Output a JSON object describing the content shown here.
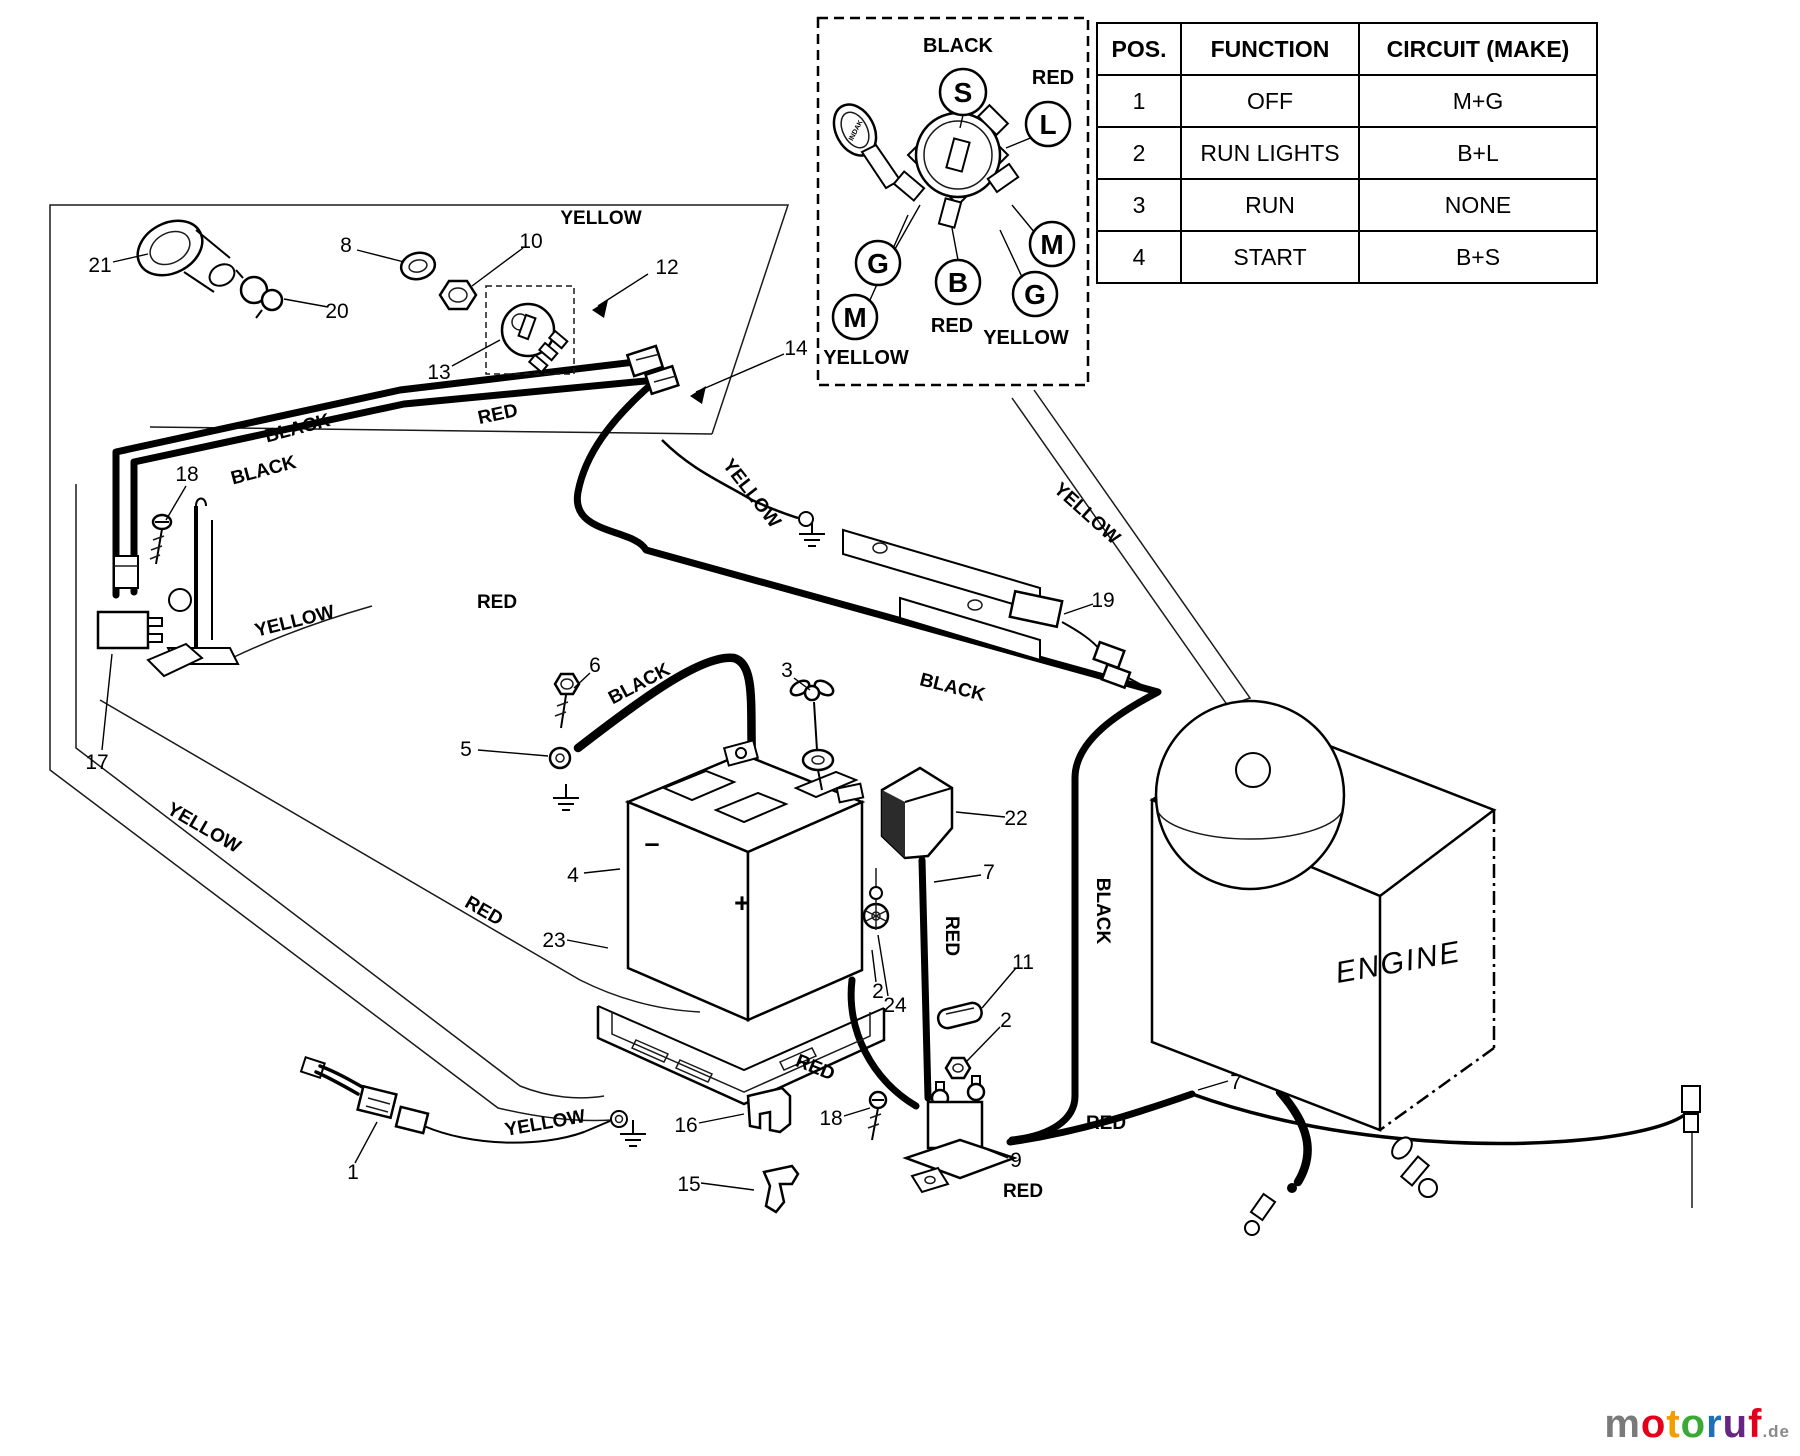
{
  "ref_table": {
    "headers": {
      "pos": "POS.",
      "function": "FUNCTION",
      "circuit": "CIRCUIT  (MAKE)"
    },
    "rows": [
      {
        "pos": "1",
        "function": "OFF",
        "circuit": "M+G"
      },
      {
        "pos": "2",
        "function": "RUN LIGHTS",
        "circuit": "B+L"
      },
      {
        "pos": "3",
        "function": "RUN",
        "circuit": "NONE"
      },
      {
        "pos": "4",
        "function": "START",
        "circuit": "B+S"
      }
    ]
  },
  "switch_inset": {
    "top_wire": "BLACK",
    "top_right_wire": "RED",
    "bottom_wire": "RED",
    "bottom_left_wire": "YELLOW",
    "bottom_right_wire": "YELLOW",
    "terminals": {
      "s": "S",
      "l": "L",
      "m_right": "M",
      "g_right": "G",
      "b": "B",
      "g_left": "G",
      "m_left": "M"
    },
    "key_brand": "INDAK"
  },
  "engine": {
    "label": "ENGINE"
  },
  "battery": {
    "plus": "+",
    "minus": "–"
  },
  "wire_labels": {
    "yellow_top": "YELLOW",
    "black_run_1": "BLACK",
    "black_run_2": "BLACK",
    "red_run": "RED",
    "yellow_at_connector": "YELLOW",
    "yellow_right_run": "YELLOW",
    "yellow_left_mid": "YELLOW",
    "red_center": "RED",
    "black_battery_cable": "BLACK",
    "black_right_run": "BLACK",
    "yellow_left_low": "YELLOW",
    "red_left_low": "RED",
    "red_vertical": "RED",
    "black_vertical": "BLACK",
    "red_battery_bottom": "RED",
    "yellow_bottom": "YELLOW",
    "red_bottom_right": "RED",
    "red_bottom_center": "RED"
  },
  "callouts": {
    "c21": "21",
    "c20": "20",
    "c8": "8",
    "c10": "10",
    "c12": "12",
    "c13": "13",
    "c14": "14",
    "c18_upper": "18",
    "c17": "17",
    "c6": "6",
    "c5": "5",
    "c3": "3",
    "c4": "4",
    "c23": "23",
    "c22": "22",
    "c7_upper": "7",
    "c19": "19",
    "c11": "11",
    "c2_right": "2",
    "c2_left": "2",
    "c24": "24",
    "c16": "16",
    "c18_lower": "18",
    "c15": "15",
    "c9": "9",
    "c1": "1",
    "c7_lower": "7"
  },
  "logo": {
    "letters": [
      {
        "ch": "m",
        "color": "#7a7a7a"
      },
      {
        "ch": "o",
        "color": "#e2001a"
      },
      {
        "ch": "t",
        "color": "#f59c00"
      },
      {
        "ch": "o",
        "color": "#3aaa35"
      },
      {
        "ch": "r",
        "color": "#1d71b8"
      },
      {
        "ch": "u",
        "color": "#662483"
      },
      {
        "ch": "f",
        "color": "#e2001a"
      }
    ],
    "suffix": ".de"
  }
}
